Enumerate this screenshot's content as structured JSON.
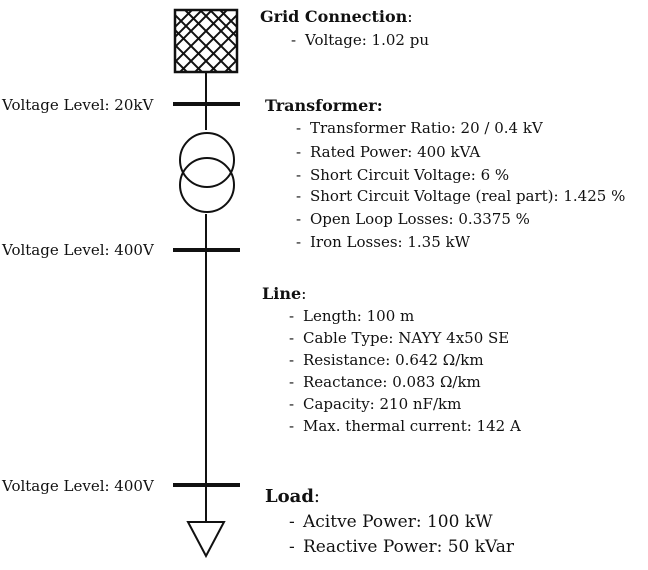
{
  "grid": {
    "title": "Grid Connection",
    "colon": ":",
    "items": [
      "Voltage:  1.02 pu"
    ]
  },
  "voltage_levels": [
    "Voltage Level: 20kV",
    "Voltage Level: 400V",
    "Voltage Level: 400V"
  ],
  "transformer": {
    "title": "Transformer:",
    "items": [
      "Transformer Ratio:  20 / 0.4 kV",
      "Rated Power: 400 kVA",
      "Short Circuit Voltage: 6 %",
      "Short Circuit Voltage (real part): 1.425 %",
      "Open Loop Losses: 0.3375 %",
      "Iron Losses: 1.35 kW"
    ]
  },
  "line": {
    "title": "Line",
    "colon": ":",
    "items": [
      "Length:  100 m",
      "Cable Type:  NAYY 4x50 SE",
      "Resistance: 0.642 Ω/km",
      "Reactance:  0.083 Ω/km",
      "Capacity:  210 nF/km",
      "Max. thermal current:  142 A"
    ]
  },
  "load": {
    "title": "Load",
    "colon": ":",
    "items": [
      "Acitve Power:  100 kW",
      "Reactive Power: 50 kVar"
    ]
  },
  "colors": {
    "ink": "#111111",
    "background": "#ffffff"
  }
}
